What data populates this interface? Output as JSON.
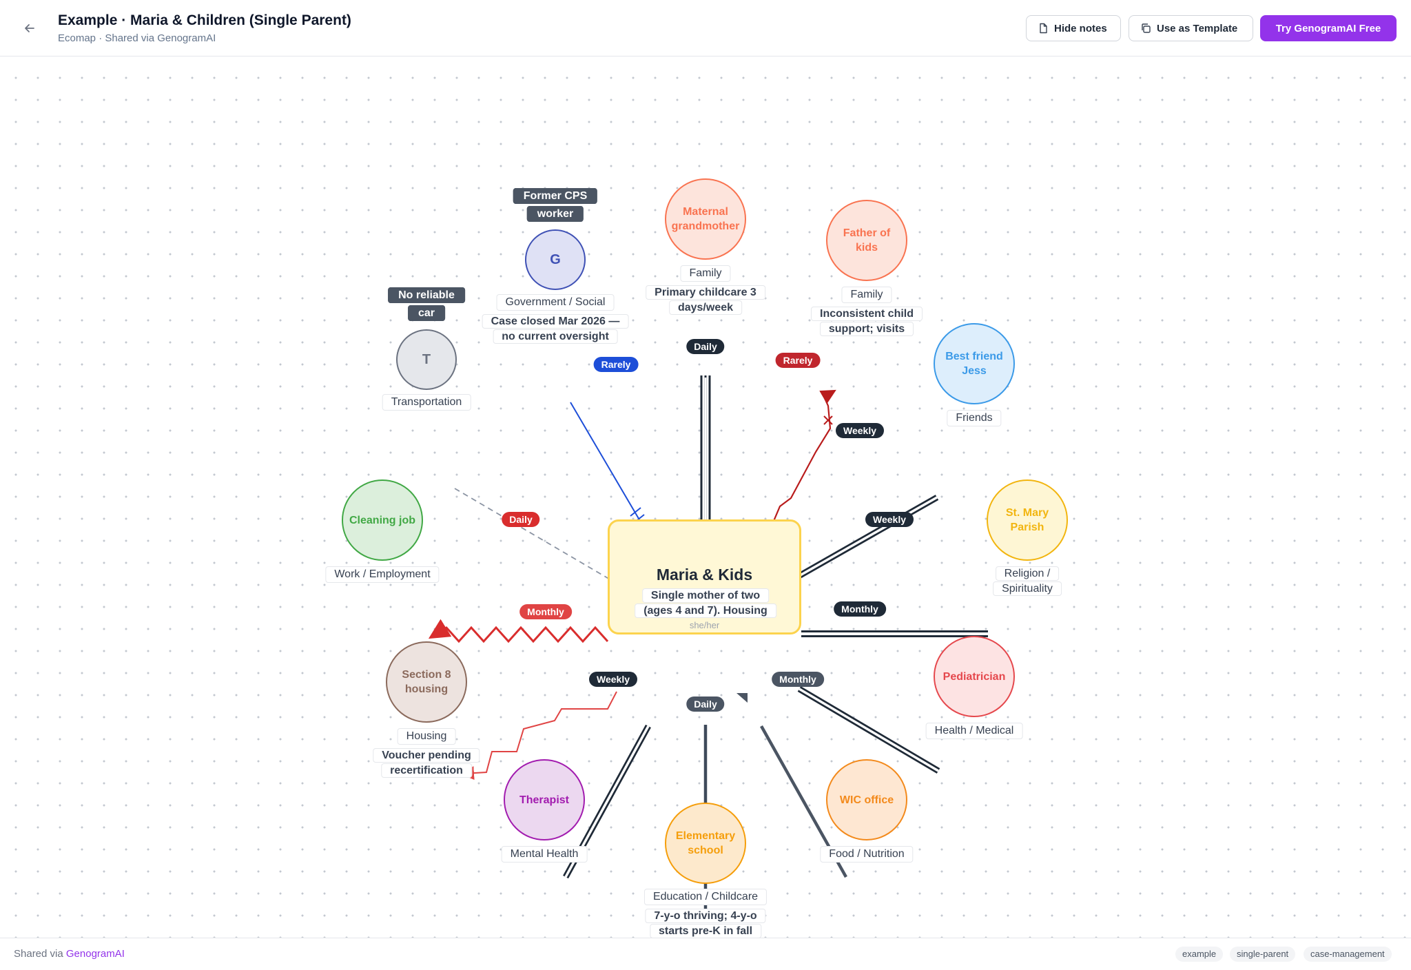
{
  "header": {
    "title": "Example · Maria & Children (Single Parent)",
    "subtitle": "Ecomap · Shared via GenogramAI",
    "hide_notes_label": "Hide notes",
    "use_template_label": "Use as Template",
    "try_label": "Try GenogramAI Free"
  },
  "center": {
    "name": "Maria & Kids",
    "pronoun": "she/her",
    "note": "Single mother of two (ages 4 and 7). Housing",
    "note_lines": [
      "Single mother of two",
      "(ages 4 and 7). Housing"
    ],
    "fill": "#fff8d6",
    "border": "#fcd34d"
  },
  "nodes": [
    {
      "id": "grandmother",
      "name": "Maternal grandmother",
      "initial": "",
      "category": "Family",
      "note": "Primary childcare 3 days/week",
      "note_lines": [
        "Primary childcare 3",
        "days/week"
      ],
      "dark_note_lines": [],
      "frequency": "Daily",
      "color": "#f97350",
      "fill": "#fde4dc",
      "line": "strong"
    },
    {
      "id": "father",
      "name": "Father of kids",
      "initial": "",
      "category": "Family",
      "note": "Inconsistent child support; visits",
      "note_lines": [
        "Inconsistent child",
        "support; visits"
      ],
      "dark_note_lines": [],
      "frequency": "Rarely",
      "color": "#f97350",
      "fill": "#fde4dc",
      "line": "conflict"
    },
    {
      "id": "friend",
      "name": "Best friend Jess",
      "initial": "",
      "category": "Friends",
      "note": "",
      "note_lines": [],
      "dark_note_lines": [],
      "frequency": "Weekly",
      "color": "#3b9ae8",
      "fill": "#ddeefc",
      "line": "strong"
    },
    {
      "id": "parish",
      "name": "St. Mary Parish",
      "initial": "",
      "category": "Religion / Spirituality",
      "category_lines": [
        "Religion /",
        "Spirituality"
      ],
      "note": "",
      "note_lines": [],
      "dark_note_lines": [],
      "frequency": "Weekly",
      "color": "#f2b50f",
      "fill": "#fef6d4",
      "line": "strong"
    },
    {
      "id": "pediatrician",
      "name": "Pediatrician",
      "initial": "",
      "category": "Health / Medical",
      "note": "",
      "note_lines": [],
      "dark_note_lines": [],
      "frequency": "Monthly",
      "color": "#e5484d",
      "fill": "#fde3e3",
      "line": "strong"
    },
    {
      "id": "wic",
      "name": "WIC office",
      "initial": "",
      "category": "Food / Nutrition",
      "note": "",
      "note_lines": [],
      "dark_note_lines": [],
      "frequency": "Monthly",
      "color": "#f38a1c",
      "fill": "#fee7d2",
      "line": "normal"
    },
    {
      "id": "school",
      "name": "Elementary school",
      "initial": "",
      "category": "Education / Childcare",
      "note": "7-y-o thriving; 4-y-o starts pre-K in fall",
      "note_lines": [
        "7-y-o thriving; 4-y-o",
        "starts pre-K in fall"
      ],
      "dark_note_lines": [],
      "frequency": "Daily",
      "color": "#f59e0b",
      "fill": "#fde9cc",
      "line": "normal"
    },
    {
      "id": "therapist",
      "name": "Therapist",
      "initial": "",
      "category": "Mental Health",
      "note": "",
      "note_lines": [],
      "dark_note_lines": [],
      "frequency": "Weekly",
      "color": "#a21caf",
      "fill": "#ecd8f0",
      "line": "strong"
    },
    {
      "id": "section8",
      "name": "Section 8 housing",
      "initial": "",
      "category": "Housing",
      "note": "Voucher pending recertification",
      "note_lines": [
        "Voucher pending",
        "recertification"
      ],
      "dark_note_lines": [],
      "frequency": "Monthly",
      "color": "#8b6a5c",
      "fill": "#ede3df",
      "line": "stressful"
    },
    {
      "id": "job",
      "name": "Cleaning job",
      "initial": "",
      "category": "Work / Employment",
      "note": "",
      "note_lines": [],
      "dark_note_lines": [],
      "frequency": "Daily",
      "color": "#41a845",
      "fill": "#dcefdc",
      "line": "stressful"
    },
    {
      "id": "transport",
      "name": "",
      "initial": "T",
      "category": "Transportation",
      "note": "No reliable car",
      "note_lines": [],
      "dark_note_lines": [
        "No reliable",
        "car"
      ],
      "frequency": "",
      "color": "#6b7280",
      "fill": "#e5e7eb",
      "line": "weak"
    },
    {
      "id": "government",
      "name": "",
      "initial": "G",
      "category": "Government / Social",
      "note": "Case closed Mar 2026 — no current oversight",
      "note_lines": [
        "Case closed Mar 2026 —",
        "no current oversight"
      ],
      "dark_note_lines": [
        "Former CPS",
        "worker"
      ],
      "frequency": "Rarely",
      "color": "#3f51b5",
      "fill": "#dfe1f5",
      "line": "broken"
    }
  ],
  "footer": {
    "shared_via": "Shared via",
    "brand": "GenogramAI",
    "tags": [
      "example",
      "single-parent",
      "case-management"
    ]
  },
  "colors": {
    "accent": "#9333ea",
    "strong_line": "#1f2a37",
    "stress_red": "#d92d2d",
    "rarely_red": "#c0262d",
    "rarely_blue": "#1d4ed8",
    "monthly_slate": "#4b5563"
  }
}
